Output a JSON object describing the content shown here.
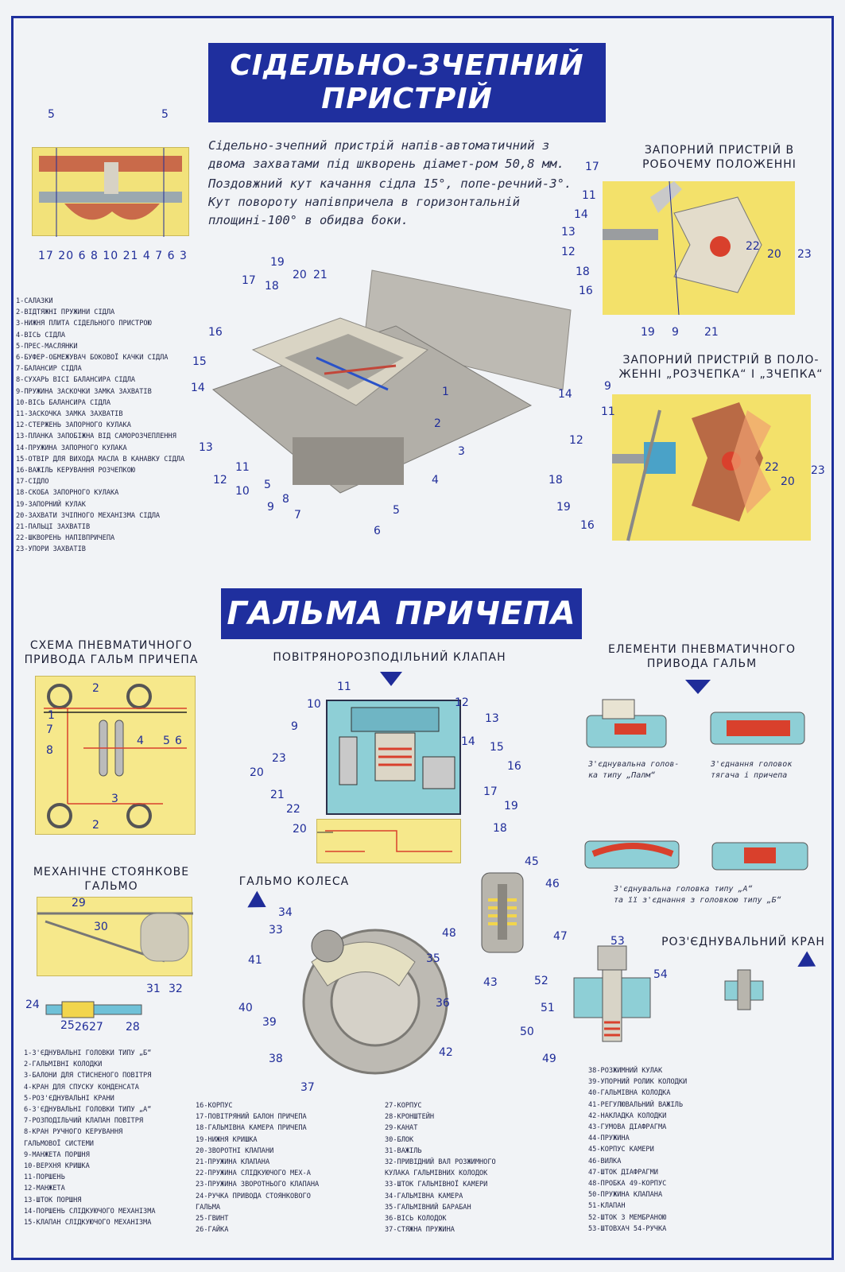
{
  "section1": {
    "title": "СІДЕЛЬНО-ЗЧЕПНИЙ\nПРИСТРІЙ",
    "intro_p1": "Сідельно-зчепний пристрій напів-автоматичний з двома захватами під шкворень діамет-ром 50,8 мм.",
    "intro_p2": "Поздовжний кут качання сідла 15°, попе-речний-3°. Кут повороту напівпричела в горизонтальній площині-100° в обидва боки.",
    "locking_working_title": "ЗАПОРНИЙ ПРИСТРІЙ В\nРОБОЧЕМУ ПОЛОЖЕННІ",
    "locking_release_title": "ЗАПОРНИЙ ПРИСТРІЙ В ПОЛО-\nЖЕННІ „РОЗЧЕПКА“ І „ЗЧЕПКА“",
    "legend": [
      "1-САЛАЗКИ",
      "2-ВІДТЯЖНІ ПРУЖИНИ СІДЛА",
      "3-НИЖНЯ ПЛИТА СІДЕЛЬНОГО ПРИСТРОЮ",
      "4-ВІСЬ СІДЛА",
      "5-ПРЕС-МАСЛЯНКИ",
      "6-БУФЕР-ОБМЕЖУВАЧ БОКОВОЇ КАЧКИ СІДЛА",
      "7-БАЛАНСИР СІДЛА",
      "8-СУХАРЬ ВІСІ БАЛАНСИРА СІДЛА",
      "9-ПРУЖИНА ЗАСКОЧКИ ЗАМКА ЗАХВАТІВ",
      "10-ВІСЬ БАЛАНСИРА СІДЛА",
      "11-ЗАСКОЧКА ЗАМКА ЗАХВАТІВ",
      "12-СТЕРЖЕНЬ ЗАПОРНОГО КУЛАКА",
      "13-ПЛАНКА ЗАПОБІЖНА ВІД САМОРОЗЧЕПЛЕННЯ",
      "14-ПРУЖИНА ЗАПОРНОГО КУЛАКА",
      "15-ОТВІР ДЛЯ ВИХОДА МАСЛА В КАНАВКУ СІДЛА",
      "16-ВАЖІЛЬ КЕРУВАННЯ РОЗЧЕПКОЮ",
      "17-СІДЛО",
      "18-СКОБА ЗАПОРНОГО КУЛАКА",
      "19-ЗАПОРНИЙ КУЛАК",
      "20-ЗАХВАТИ ЗЧІПНОГО МЕХАНІЗМА СІДЛА",
      "21-ПАЛЬЦІ ЗАХВАТІВ",
      "22-ШКВОРЕНЬ НАПІВПРИЧЕПА",
      "23-УПОРИ ЗАХВАТІВ"
    ]
  },
  "section2": {
    "title": "ГАЛЬМА ПРИЧЕПА",
    "pneumatic_scheme_title": "СХЕМА ПНЕВМАТИЧНОГО\nПРИВОДА ГАЛЬМ ПРИЧЕПА",
    "valve_title": "ПОВІТРЯНОРОЗПОДІЛЬНИЙ КЛАПАН",
    "elements_title": "ЕЛЕМЕНТИ ПНЕВМАТИЧНОГО\nПРИВОДА ГАЛЬМ",
    "parking_title": "МЕХАНІЧНЕ СТОЯНКОВЕ\nГАЛЬМО",
    "wheel_brake_title": "ГАЛЬМО КОЛЕСА",
    "disconnect_title": "РОЗ'ЄДНУВАЛЬНИЙ КРАН",
    "caption_palm": "З'єднувальна голов-\nка типу „Палм“",
    "caption_tractor": "З'єднання головок\nтягача і причепа",
    "caption_typeA": "З'єднувальна головка типу „А“\nта її з'єднання з головкою типу „Б“",
    "legend_a": [
      "1-З'ЄДНУВАЛЬНІ ГОЛОВКИ ТИПУ „Б“",
      "2-ГАЛЬМІВНІ КОЛОДКИ",
      "3-БАЛОНИ ДЛЯ СТИСНЕНОГО ПОВІТРЯ",
      "4-КРАН ДЛЯ СПУСКУ КОНДЕНСАТА",
      "5-РОЗ'ЄДНУВАЛЬНІ КРАНИ",
      "6-З'ЄДНУВАЛЬНІ ГОЛОВКИ ТИПУ „А“",
      "7-РОЗПОДІЛЬЧИЙ КЛАПАН ПОВІТРЯ",
      "8-КРАН РУЧНОГО КЕРУВАННЯ",
      "   ГАЛЬМОВОЇ СИСТЕМИ",
      "9-МАНЖЕТА ПОРШНЯ",
      "10-ВЕРХНЯ КРИШКА",
      "11-ПОРШЕНЬ",
      "12-МАНЖЕТА",
      "13-ШТОК ПОРШНЯ",
      "14-ПОРШЕНЬ СЛІДКУЮЧОГО МЕХАНІЗМА",
      "15-КЛАПАН СЛІДКУЮЧОГО МЕХАНІЗМА"
    ],
    "legend_b": [
      "16-КОРПУС",
      "17-ПОВІТРЯНИЙ БАЛОН ПРИЧЕПА",
      "18-ГАЛЬМІВНА КАМЕРА ПРИЧЕПА",
      "19-НИЖНЯ КРИШКА",
      "20-ЗВОРОТНІ КЛАПАНИ",
      "21-ПРУЖИНА КЛАПАНА",
      "22-ПРУЖИНА СЛІДКУЮЧОГО МЕХ-А",
      "23-ПРУЖИНА ЗВОРОТНЬОГО КЛАПАНА",
      "24-РУЧКА ПРИВОДА СТОЯНКОВОГО",
      "    ГАЛЬМА",
      "25-ГВИНТ",
      "26-ГАЙКА"
    ],
    "legend_c": [
      "27-КОРПУС",
      "28-КРОНШТЕЙН",
      "29-КАНАТ",
      "30-БЛОК",
      "31-ВАЖІЛЬ",
      "32-ПРИВІДНИЙ ВАЛ РОЗЖИМНОГО",
      "    КУЛАКА ГАЛЬМІВНИХ КОЛОДОК",
      "33-ШТОК ГАЛЬМІВНОЇ КАМЕРИ",
      "34-ГАЛЬМІВНА КАМЕРА",
      "35-ГАЛЬМІВНИЙ БАРАБАН",
      "36-ВІСЬ КОЛОДОК",
      "37-СТЯЖНА ПРУЖИНА"
    ],
    "legend_d": [
      "38-РОЗЖИМНИЙ КУЛАК",
      "39-УПОРНИЙ РОЛИК КОЛОДКИ",
      "40-ГАЛЬМІВНА КОЛОДКА",
      "41-РЕГУЛЮВАЛЬНИЙ ВАЖІЛЬ",
      "42-НАКЛАДКА КОЛОДКИ",
      "43-ГУМОВА ДІАФРАГМА",
      "44-ПРУЖИНА",
      "45-КОРПУС КАМЕРИ",
      "46-ВИЛКА",
      "47-ШТОК ДІАФРАГМИ",
      "48-ПРОБКА  49-КОРПУС",
      "50-ПРУЖИНА КЛАПАНА",
      "51-КЛАПАН",
      "52-ШТОК З МЕМБРАНОЮ",
      "53-ШТОВХАЧ  54-РУЧКА"
    ]
  },
  "callouts": {
    "coupler_top": [
      "5",
      "5"
    ],
    "coupler_bottom": [
      "17",
      "20",
      "6",
      "8",
      "10",
      "21",
      "4",
      "7",
      "6",
      "3"
    ],
    "main_assembly": [
      "17",
      "18",
      "19",
      "20",
      "21",
      "16",
      "15",
      "14",
      "13",
      "12",
      "11",
      "10",
      "5",
      "9",
      "8",
      "7",
      "5",
      "6",
      "4",
      "3",
      "2",
      "1"
    ],
    "working": [
      "17",
      "11",
      "14",
      "13",
      "12",
      "18",
      "16",
      "19",
      "9",
      "21",
      "22",
      "20",
      "23"
    ],
    "release": [
      "9",
      "14",
      "11",
      "12",
      "18",
      "19",
      "16",
      "22",
      "20",
      "23"
    ],
    "valve": [
      "11",
      "10",
      "12",
      "9",
      "13",
      "14",
      "15",
      "23",
      "16",
      "20",
      "21",
      "17",
      "22",
      "19",
      "20",
      "18"
    ],
    "scheme": [
      "2",
      "1",
      "7",
      "8",
      "4",
      "5",
      "6",
      "3",
      "2"
    ],
    "parking": [
      "29",
      "30",
      "31",
      "32",
      "24",
      "25",
      "26",
      "27",
      "28"
    ],
    "wheel": [
      "34",
      "33",
      "41",
      "40",
      "39",
      "38",
      "37",
      "35",
      "36",
      "42"
    ],
    "chamber": [
      "45",
      "46",
      "48",
      "47",
      "43"
    ],
    "disconnect": [
      "53",
      "54",
      "52",
      "51",
      "50",
      "49"
    ]
  }
}
